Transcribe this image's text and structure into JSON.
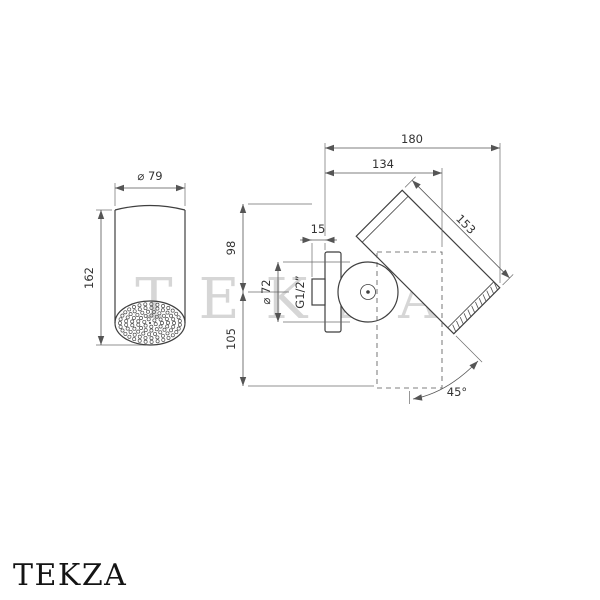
{
  "watermark_text": "TEKZA",
  "logo_text": "TEKZA",
  "front_view": {
    "diameter_label": "⌀ 79",
    "height_label": "162"
  },
  "side_view": {
    "overall_depth_label": "180",
    "head_depth_label": "134",
    "inlet_offset_label": "15",
    "upper_height_label": "98",
    "lower_height_label": "105",
    "joint_diameter_label": "⌀ 72",
    "thread_label": "G1/2”",
    "head_length_label": "153",
    "swivel_angle_label": "45°"
  },
  "colors": {
    "outline": "#3f3f3f",
    "dimension": "#555555",
    "text": "#333333",
    "watermark": "#d6d6d6",
    "logo": "#141414",
    "background": "#ffffff"
  }
}
